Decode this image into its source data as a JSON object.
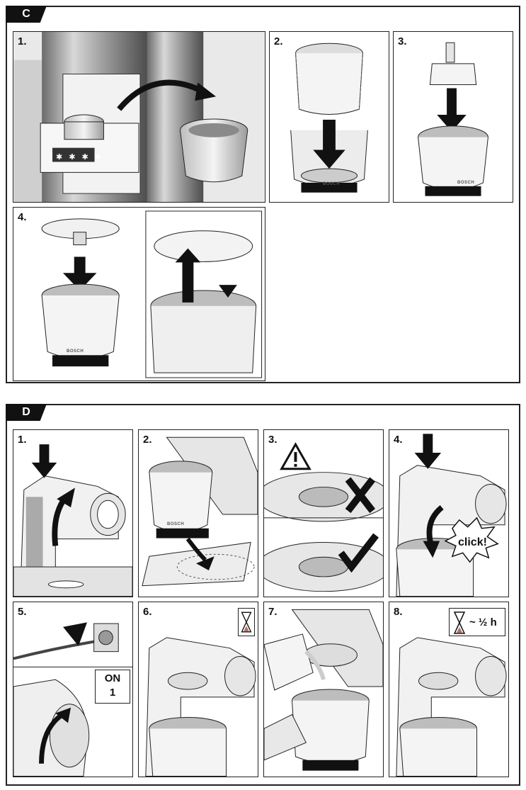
{
  "sections": [
    {
      "label": "C",
      "steps": [
        "1.",
        "2.",
        "3.",
        "4."
      ]
    },
    {
      "label": "D",
      "steps": [
        "1.",
        "2.",
        "3.",
        "4.",
        "5.",
        "6.",
        "7.",
        "8."
      ]
    }
  ],
  "labels": {
    "on": "ON",
    "on_level": "1",
    "click": "click!",
    "duration": "~ ½ h",
    "brand": "BOSCH",
    "stars": "✱ ✱ ✱ ✱"
  },
  "icons": [
    "arrow-icon",
    "warning-icon",
    "cross-icon",
    "check-icon",
    "hourglass-icon",
    "plug-icon"
  ]
}
